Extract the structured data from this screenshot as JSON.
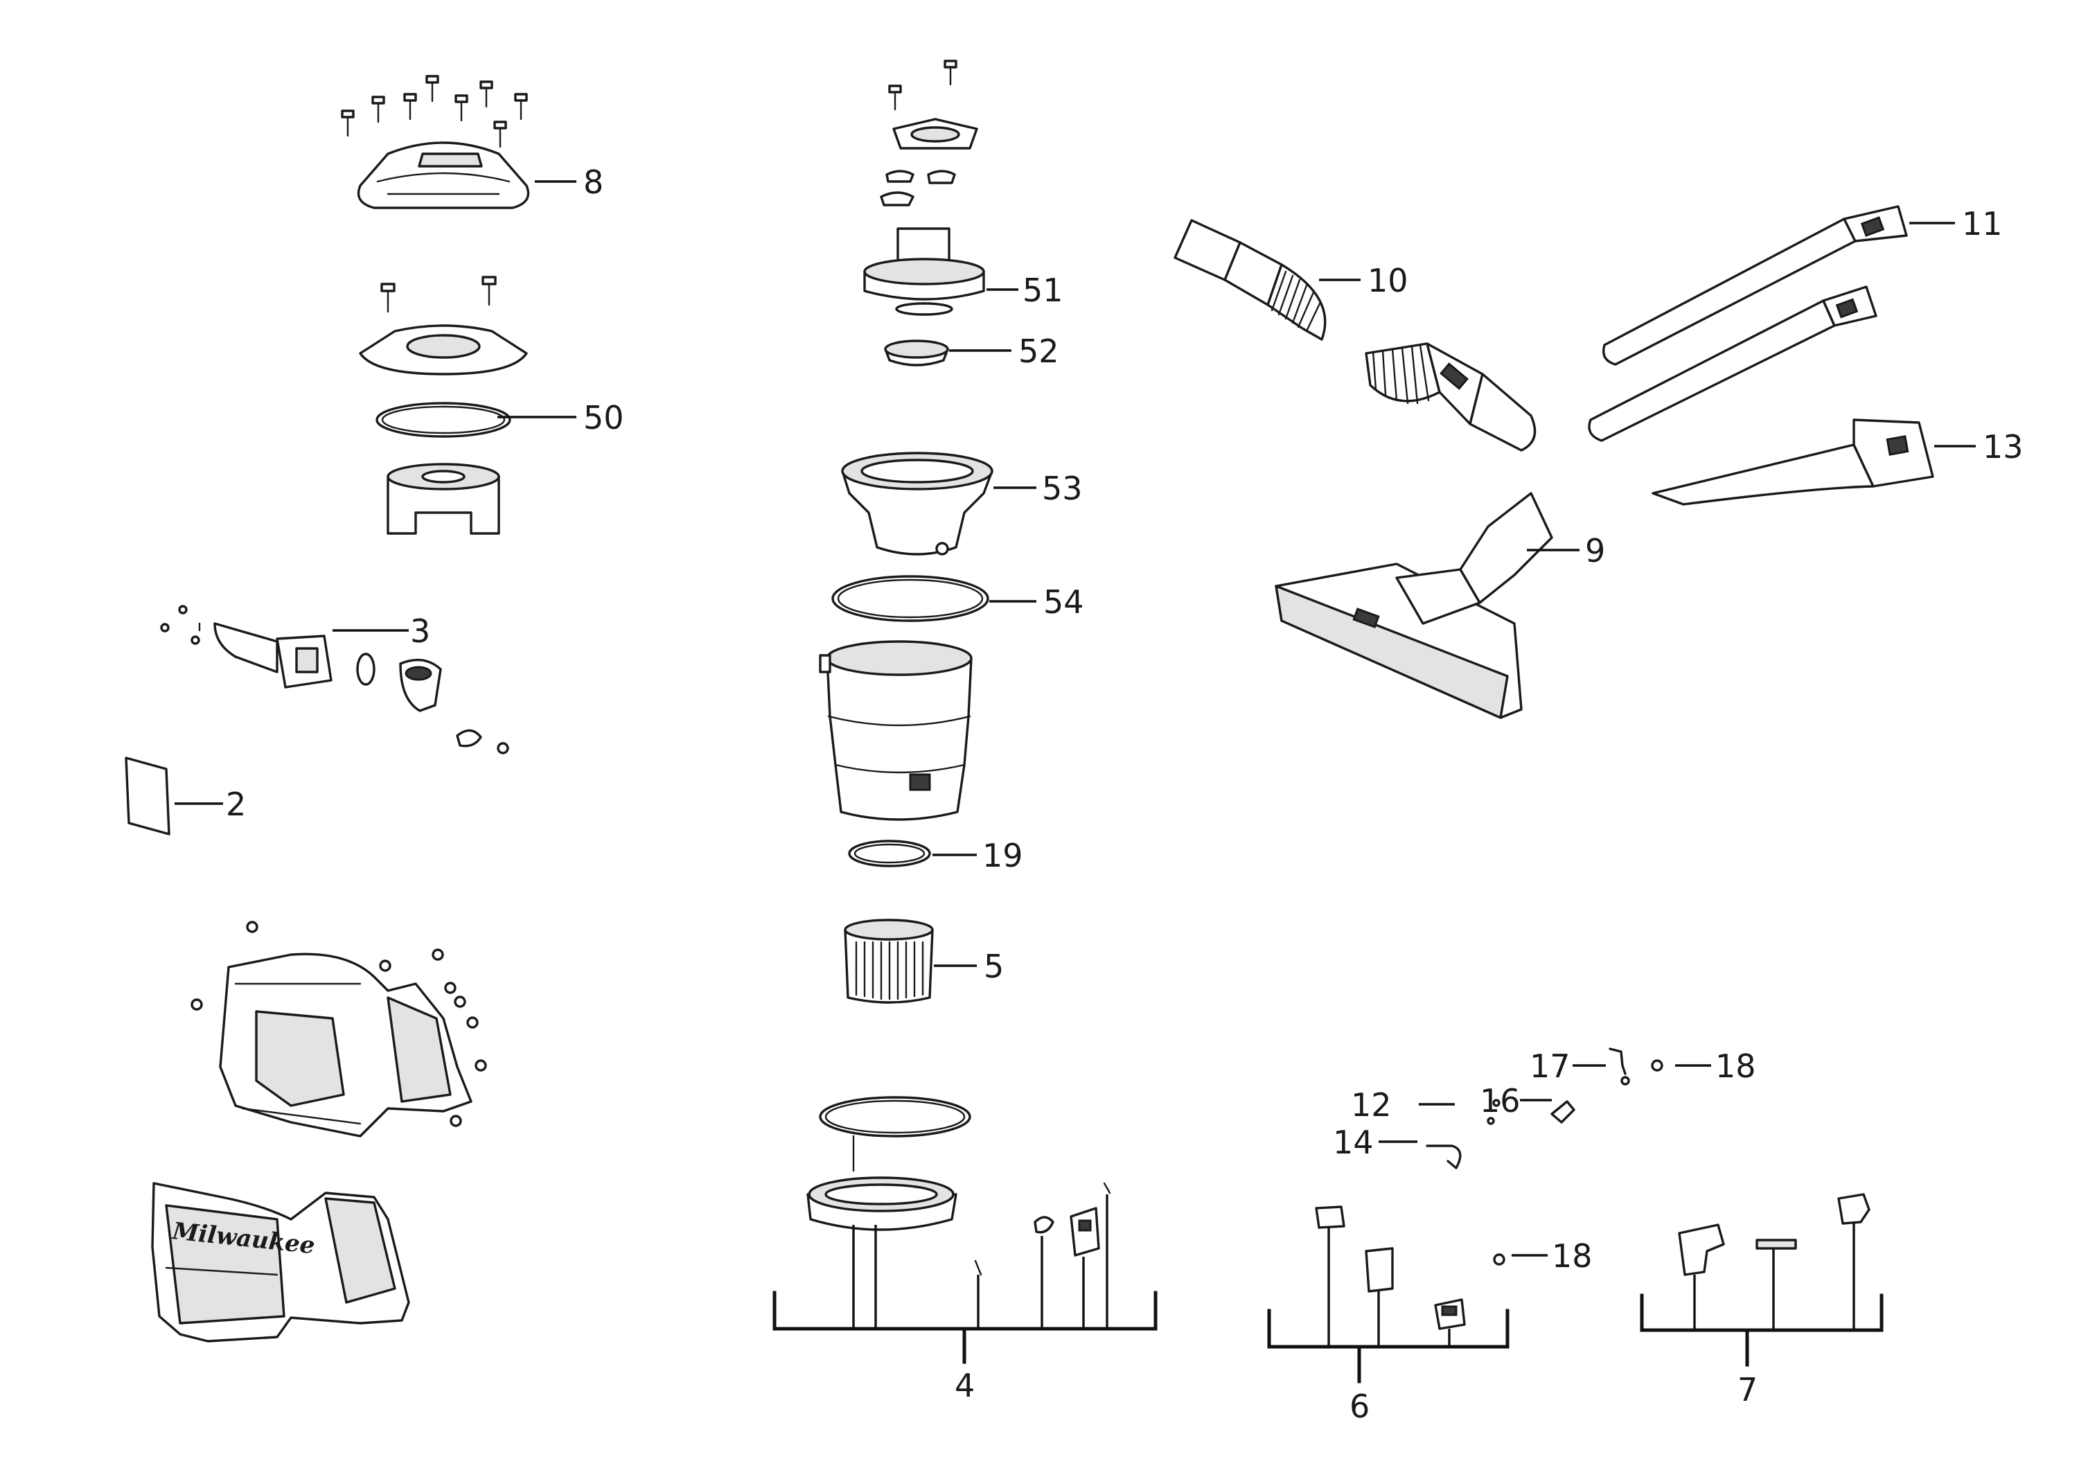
{
  "callouts": {
    "c2": "2",
    "c3": "3",
    "c4": "4",
    "c5": "5",
    "c6": "6",
    "c7": "7",
    "c8": "8",
    "c9": "9",
    "c10": "10",
    "c11": "11",
    "c12": "12",
    "c13": "13",
    "c14": "14",
    "c16": "16",
    "c17": "17",
    "c18a": "18",
    "c18b": "18",
    "c19": "19",
    "c50": "50",
    "c51": "51",
    "c52": "52",
    "c53": "53",
    "c54": "54"
  },
  "housing": {
    "logo": "Milwaukee"
  }
}
